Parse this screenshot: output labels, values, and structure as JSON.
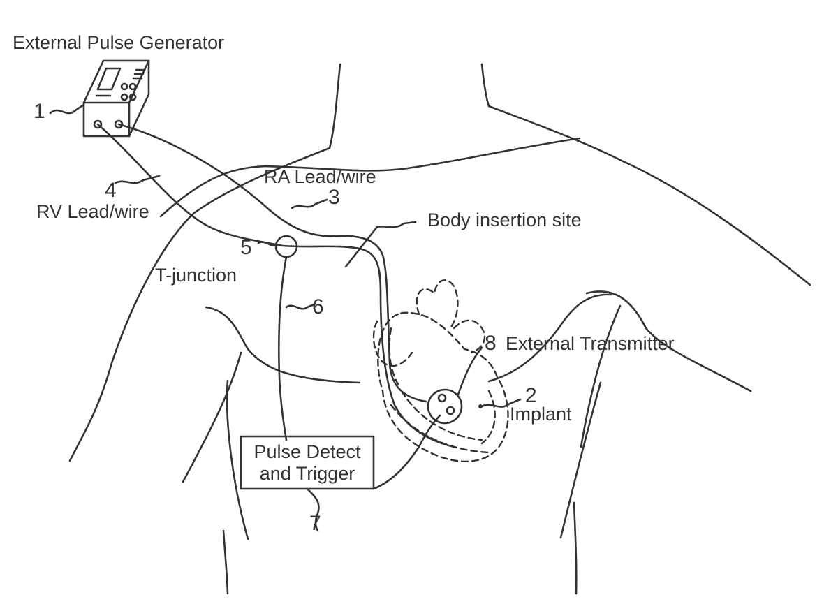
{
  "labels": {
    "generator": "External Pulse Generator",
    "ra_lead": "RA Lead/wire",
    "rv_lead": "RV Lead/wire",
    "insertion_site": "Body insertion site",
    "t_junction": "T-junction",
    "transmitter": "External Transmitter",
    "implant": "Implant",
    "pulse_box_line1": "Pulse Detect",
    "pulse_box_line2": "and Trigger"
  },
  "refs": {
    "generator": "1",
    "implant": "2",
    "ra_lead": "3",
    "rv_lead": "4",
    "t_junction": "5",
    "wire": "6",
    "pulse_box": "7",
    "transmitter": "8"
  }
}
